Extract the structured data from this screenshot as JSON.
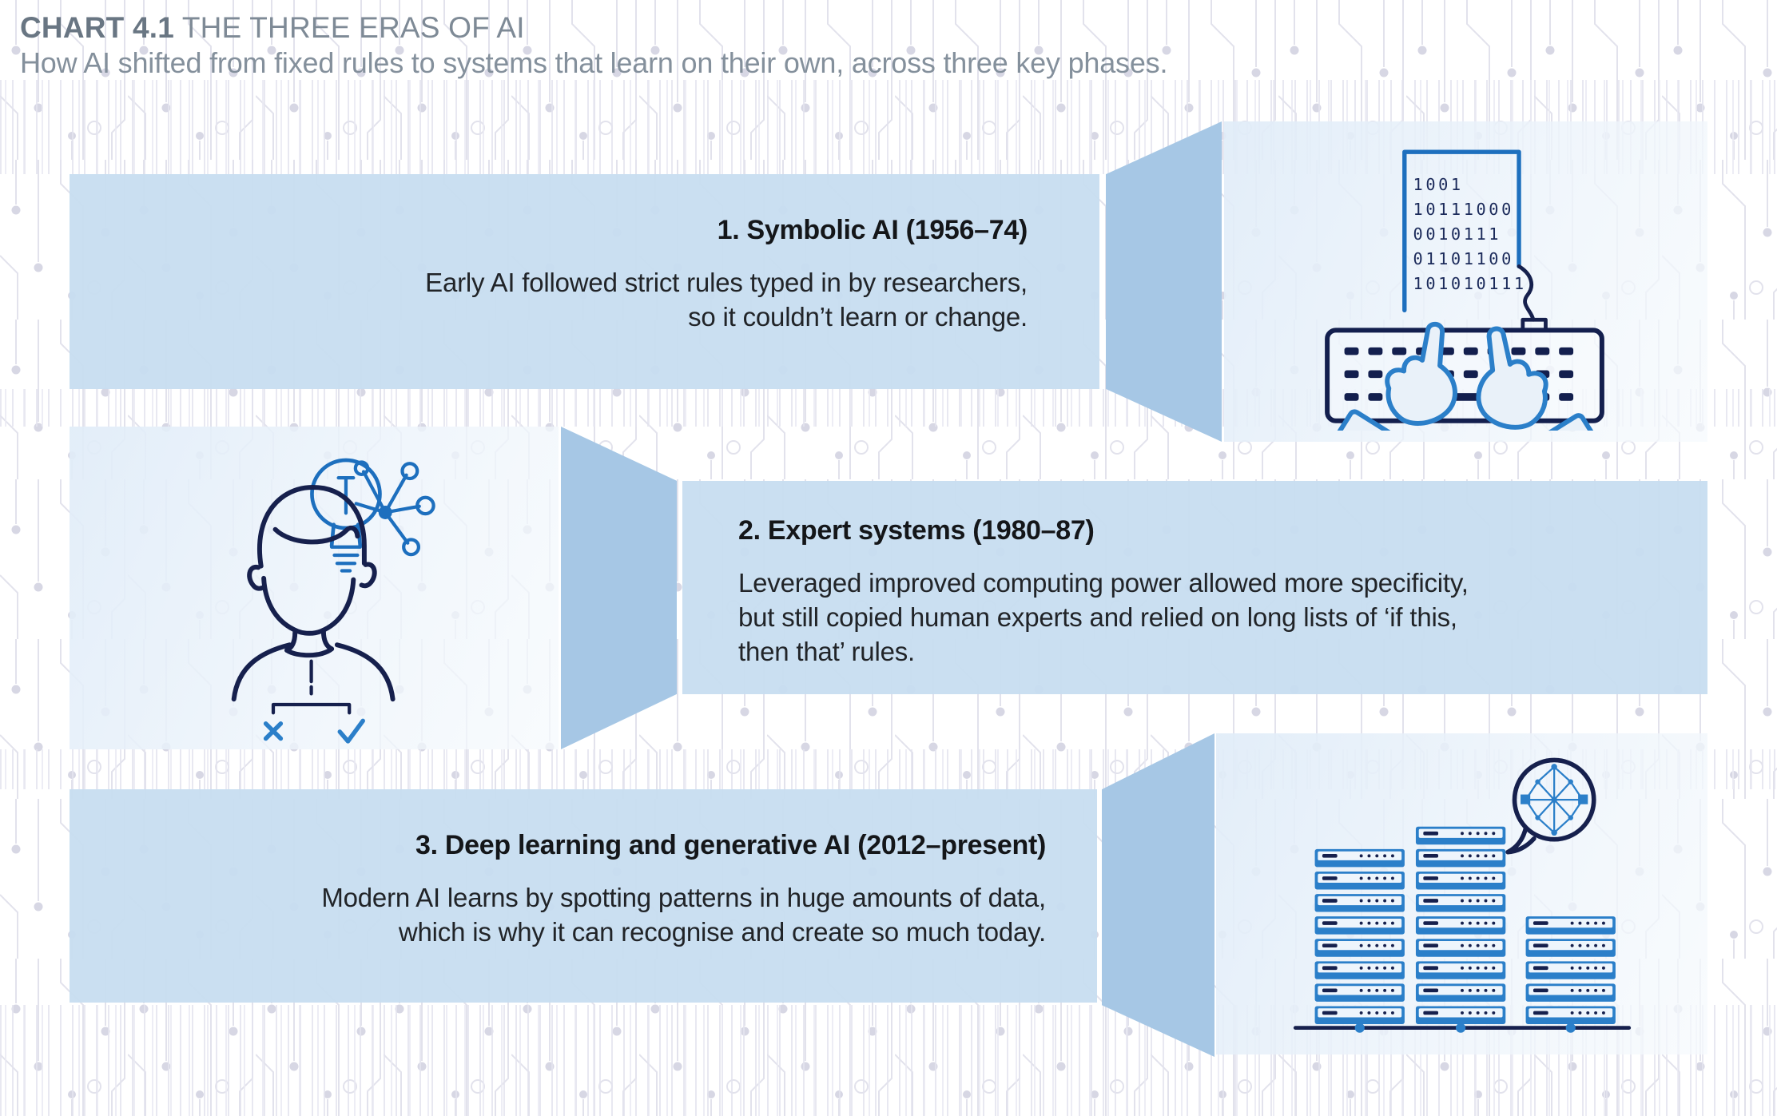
{
  "header": {
    "chart_label": "CHART 4.1",
    "chart_title": "THE THREE ERAS OF AI",
    "subtitle": "How AI shifted from fixed rules to systems that learn on their own, across three key phases."
  },
  "eras": [
    {
      "heading": "1. Symbolic AI (1956–74)",
      "body": "Early AI followed strict rules typed in by researchers,\nso it couldn’t learn or change.",
      "icon": "keyboard-binary-typing-icon",
      "binary": [
        "1001",
        "10111000",
        "0010111",
        "01101100",
        "101010111"
      ]
    },
    {
      "heading": "2. Expert systems (1980–87)",
      "body": "Leveraged improved computing power allowed more specificity,\nbut still copied human experts and relied on long lists of ‘if this,\nthen that’ rules.",
      "icon": "human-expert-lightbulb-icon"
    },
    {
      "heading": "3. Deep learning and generative AI (2012–present)",
      "body": "Modern AI learns by spotting patterns in huge amounts of data,\nwhich is why it can recognise and create so much today.",
      "icon": "server-stacks-ai-chat-icon",
      "server_stack_units": [
        8,
        9,
        5
      ]
    }
  ],
  "colors": {
    "band": "#c7ddf0",
    "connector": "#a6c7e5",
    "panel": "#ecf3fa",
    "icon_navy": "#16204d",
    "icon_blue": "#1d6fbe",
    "icon_light_blue": "#2b7fc9",
    "pattern_line": "#d9d9e6",
    "heading_text": "#141619",
    "body_text": "#212428",
    "header_text": "#7e8a96"
  }
}
